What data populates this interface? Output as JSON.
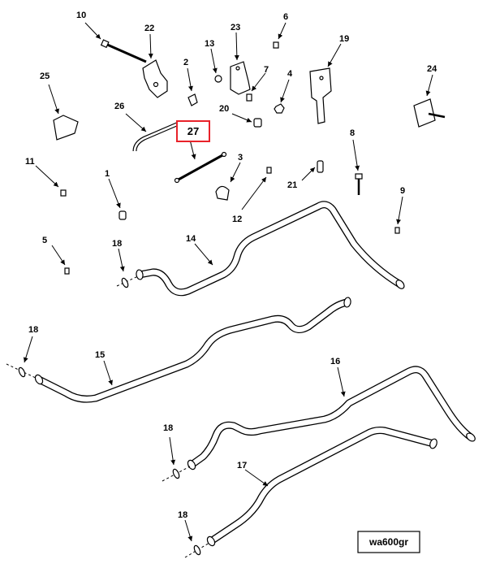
{
  "callouts": [
    {
      "id": "1",
      "label": "1"
    },
    {
      "id": "2",
      "label": "2"
    },
    {
      "id": "3",
      "label": "3"
    },
    {
      "id": "4",
      "label": "4"
    },
    {
      "id": "5",
      "label": "5"
    },
    {
      "id": "6",
      "label": "6"
    },
    {
      "id": "7",
      "label": "7"
    },
    {
      "id": "8",
      "label": "8"
    },
    {
      "id": "9",
      "label": "9"
    },
    {
      "id": "10",
      "label": "10"
    },
    {
      "id": "11",
      "label": "11"
    },
    {
      "id": "12",
      "label": "12"
    },
    {
      "id": "13",
      "label": "13"
    },
    {
      "id": "14",
      "label": "14"
    },
    {
      "id": "15",
      "label": "15"
    },
    {
      "id": "16",
      "label": "16"
    },
    {
      "id": "17",
      "label": "17"
    },
    {
      "id": "18a",
      "label": "18"
    },
    {
      "id": "18b",
      "label": "18"
    },
    {
      "id": "18c",
      "label": "18"
    },
    {
      "id": "18d",
      "label": "18"
    },
    {
      "id": "19",
      "label": "19"
    },
    {
      "id": "20",
      "label": "20"
    },
    {
      "id": "21",
      "label": "21"
    },
    {
      "id": "22",
      "label": "22"
    },
    {
      "id": "23",
      "label": "23"
    },
    {
      "id": "24",
      "label": "24"
    },
    {
      "id": "25",
      "label": "25"
    },
    {
      "id": "26",
      "label": "26"
    }
  ],
  "highlighted_callout": {
    "label": "27",
    "color": "#e8222a"
  },
  "reference_code": "wa600gr"
}
